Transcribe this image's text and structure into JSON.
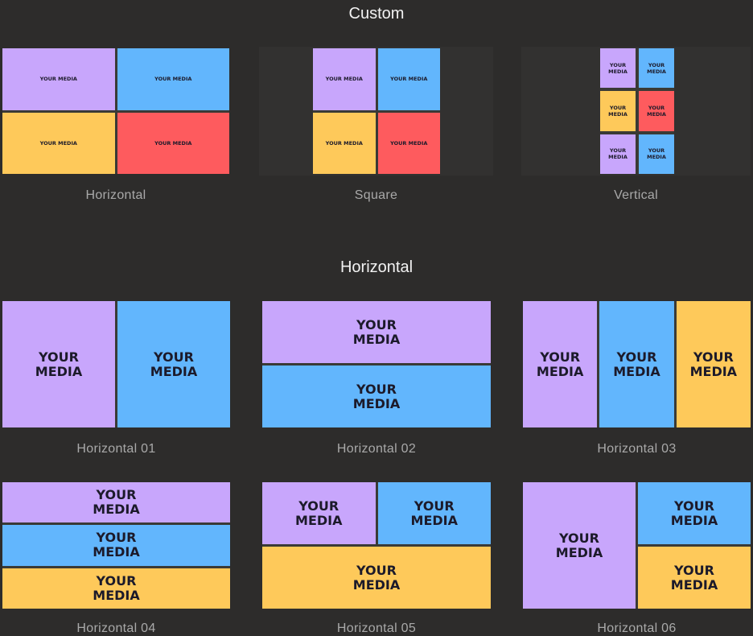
{
  "sections": {
    "custom": "Custom",
    "horizontal": "Horizontal"
  },
  "media_label": "YOUR MEDIA",
  "colors": {
    "purple": "#c8a6fc",
    "blue": "#62b6fd",
    "yellow": "#fec95a",
    "red": "#fe5b5e"
  },
  "custom_layouts": [
    {
      "name": "Horizontal",
      "cells": [
        "purple",
        "blue",
        "yellow",
        "red"
      ]
    },
    {
      "name": "Square",
      "cells": [
        "purple",
        "blue",
        "yellow",
        "red"
      ]
    },
    {
      "name": "Vertical",
      "cells": [
        "purple",
        "blue",
        "yellow",
        "red",
        "purple",
        "blue"
      ]
    }
  ],
  "horizontal_layouts": [
    {
      "name": "Horizontal 01",
      "cells": [
        "purple",
        "blue"
      ]
    },
    {
      "name": "Horizontal 02",
      "cells": [
        "purple",
        "blue"
      ]
    },
    {
      "name": "Horizontal 03",
      "cells": [
        "purple",
        "blue",
        "yellow"
      ]
    },
    {
      "name": "Horizontal 04",
      "cells": [
        "purple",
        "blue",
        "yellow"
      ]
    },
    {
      "name": "Horizontal 05",
      "cells": [
        "purple",
        "blue",
        "yellow"
      ]
    },
    {
      "name": "Horizontal 06",
      "cells": [
        "purple",
        "blue",
        "yellow"
      ]
    }
  ]
}
